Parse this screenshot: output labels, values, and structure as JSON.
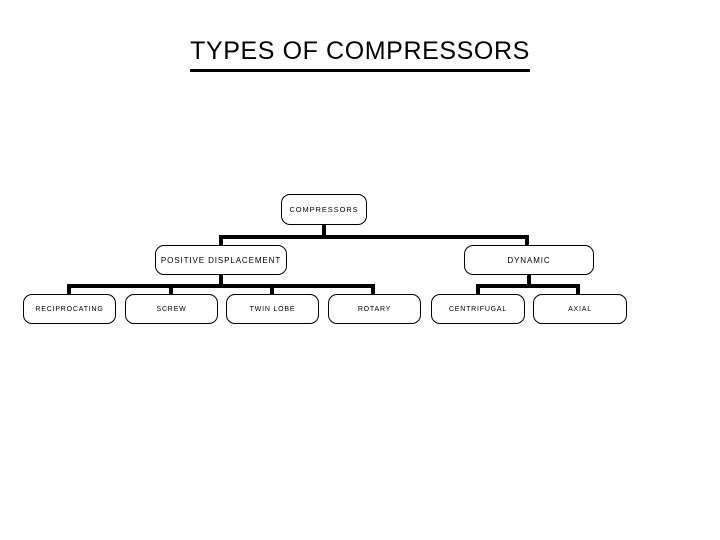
{
  "slide": {
    "title": "TYPES OF COMPRESSORS",
    "background_color": "#ffffff",
    "line_color": "#000000",
    "text_color": "#000000"
  },
  "chart_data": {
    "type": "diagram",
    "diagram_kind": "organizational-tree",
    "title": "TYPES OF COMPRESSORS",
    "root": "COMPRESSORS",
    "nodes": [
      {
        "id": "compressors",
        "label": "COMPRESSORS",
        "level": 1,
        "parent": null
      },
      {
        "id": "positive-displacement",
        "label": "POSITIVE DISPLACEMENT",
        "level": 2,
        "parent": "compressors"
      },
      {
        "id": "dynamic",
        "label": "DYNAMIC",
        "level": 2,
        "parent": "compressors"
      },
      {
        "id": "reciprocating",
        "label": "RECIPROCATING",
        "level": 3,
        "parent": "positive-displacement"
      },
      {
        "id": "screw",
        "label": "SCREW",
        "level": 3,
        "parent": "positive-displacement"
      },
      {
        "id": "twin-lobe",
        "label": "TWIN LOBE",
        "level": 3,
        "parent": "positive-displacement"
      },
      {
        "id": "rotary",
        "label": "ROTARY",
        "level": 3,
        "parent": "positive-displacement"
      },
      {
        "id": "centrifugal",
        "label": "CENTRIFUGAL",
        "level": 3,
        "parent": "dynamic"
      },
      {
        "id": "axial",
        "label": "AXIAL",
        "level": 3,
        "parent": "dynamic"
      }
    ],
    "edges": [
      {
        "from": "compressors",
        "to": "positive-displacement"
      },
      {
        "from": "compressors",
        "to": "dynamic"
      },
      {
        "from": "positive-displacement",
        "to": "reciprocating"
      },
      {
        "from": "positive-displacement",
        "to": "screw"
      },
      {
        "from": "positive-displacement",
        "to": "twin-lobe"
      },
      {
        "from": "positive-displacement",
        "to": "rotary"
      },
      {
        "from": "dynamic",
        "to": "centrifugal"
      },
      {
        "from": "dynamic",
        "to": "axial"
      }
    ]
  }
}
